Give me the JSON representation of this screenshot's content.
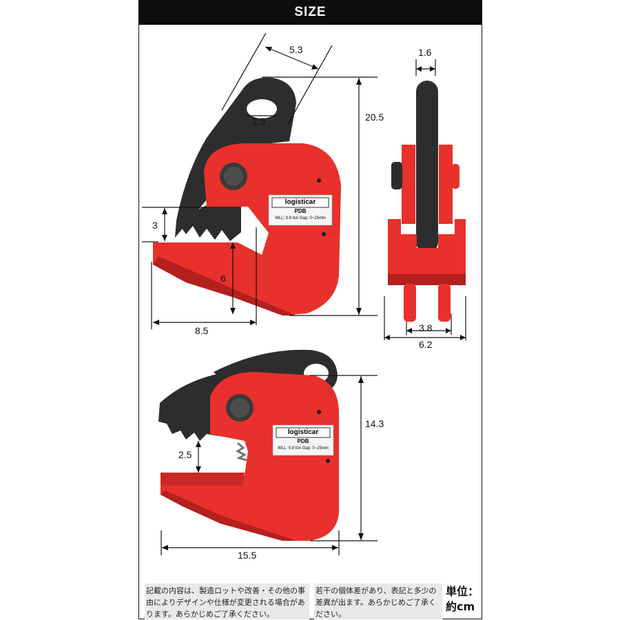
{
  "header": {
    "title": "SIZE"
  },
  "dimensions": {
    "top_hook_width": "5.3",
    "eye_hole": "2.5",
    "total_height": "20.5",
    "side_plate_thickness": "1.6",
    "jaw_opening": "3",
    "jaw_depth": "6",
    "base_depth": "8.5",
    "side_inner_width": "3.8",
    "side_outer_width": "6.2",
    "closed_height": "14.3",
    "closed_jaw_gap": "2.5",
    "closed_length": "15.5"
  },
  "product_label": {
    "brand": "logisticar",
    "model": "PDB",
    "spec": "WLL: 0.8 ton  Gap: 0~25mm"
  },
  "notes": {
    "note_left": "記載の内容は、製造ロットや改善・その他の事由によりデザインや仕様が変更される場合があります。あらかじめご了承ください。",
    "note_right": "若干の個体差があり、表記と多少の差異が出ます。あらかじめご了承ください。",
    "unit": "単位：約cm"
  },
  "colors": {
    "header_bg": "#0d0d0d",
    "clamp_red": "#e8302c",
    "clamp_dark_red": "#b3201d",
    "steel_dark": "#2d2d2d",
    "note_bg": "#e9e9e9"
  }
}
